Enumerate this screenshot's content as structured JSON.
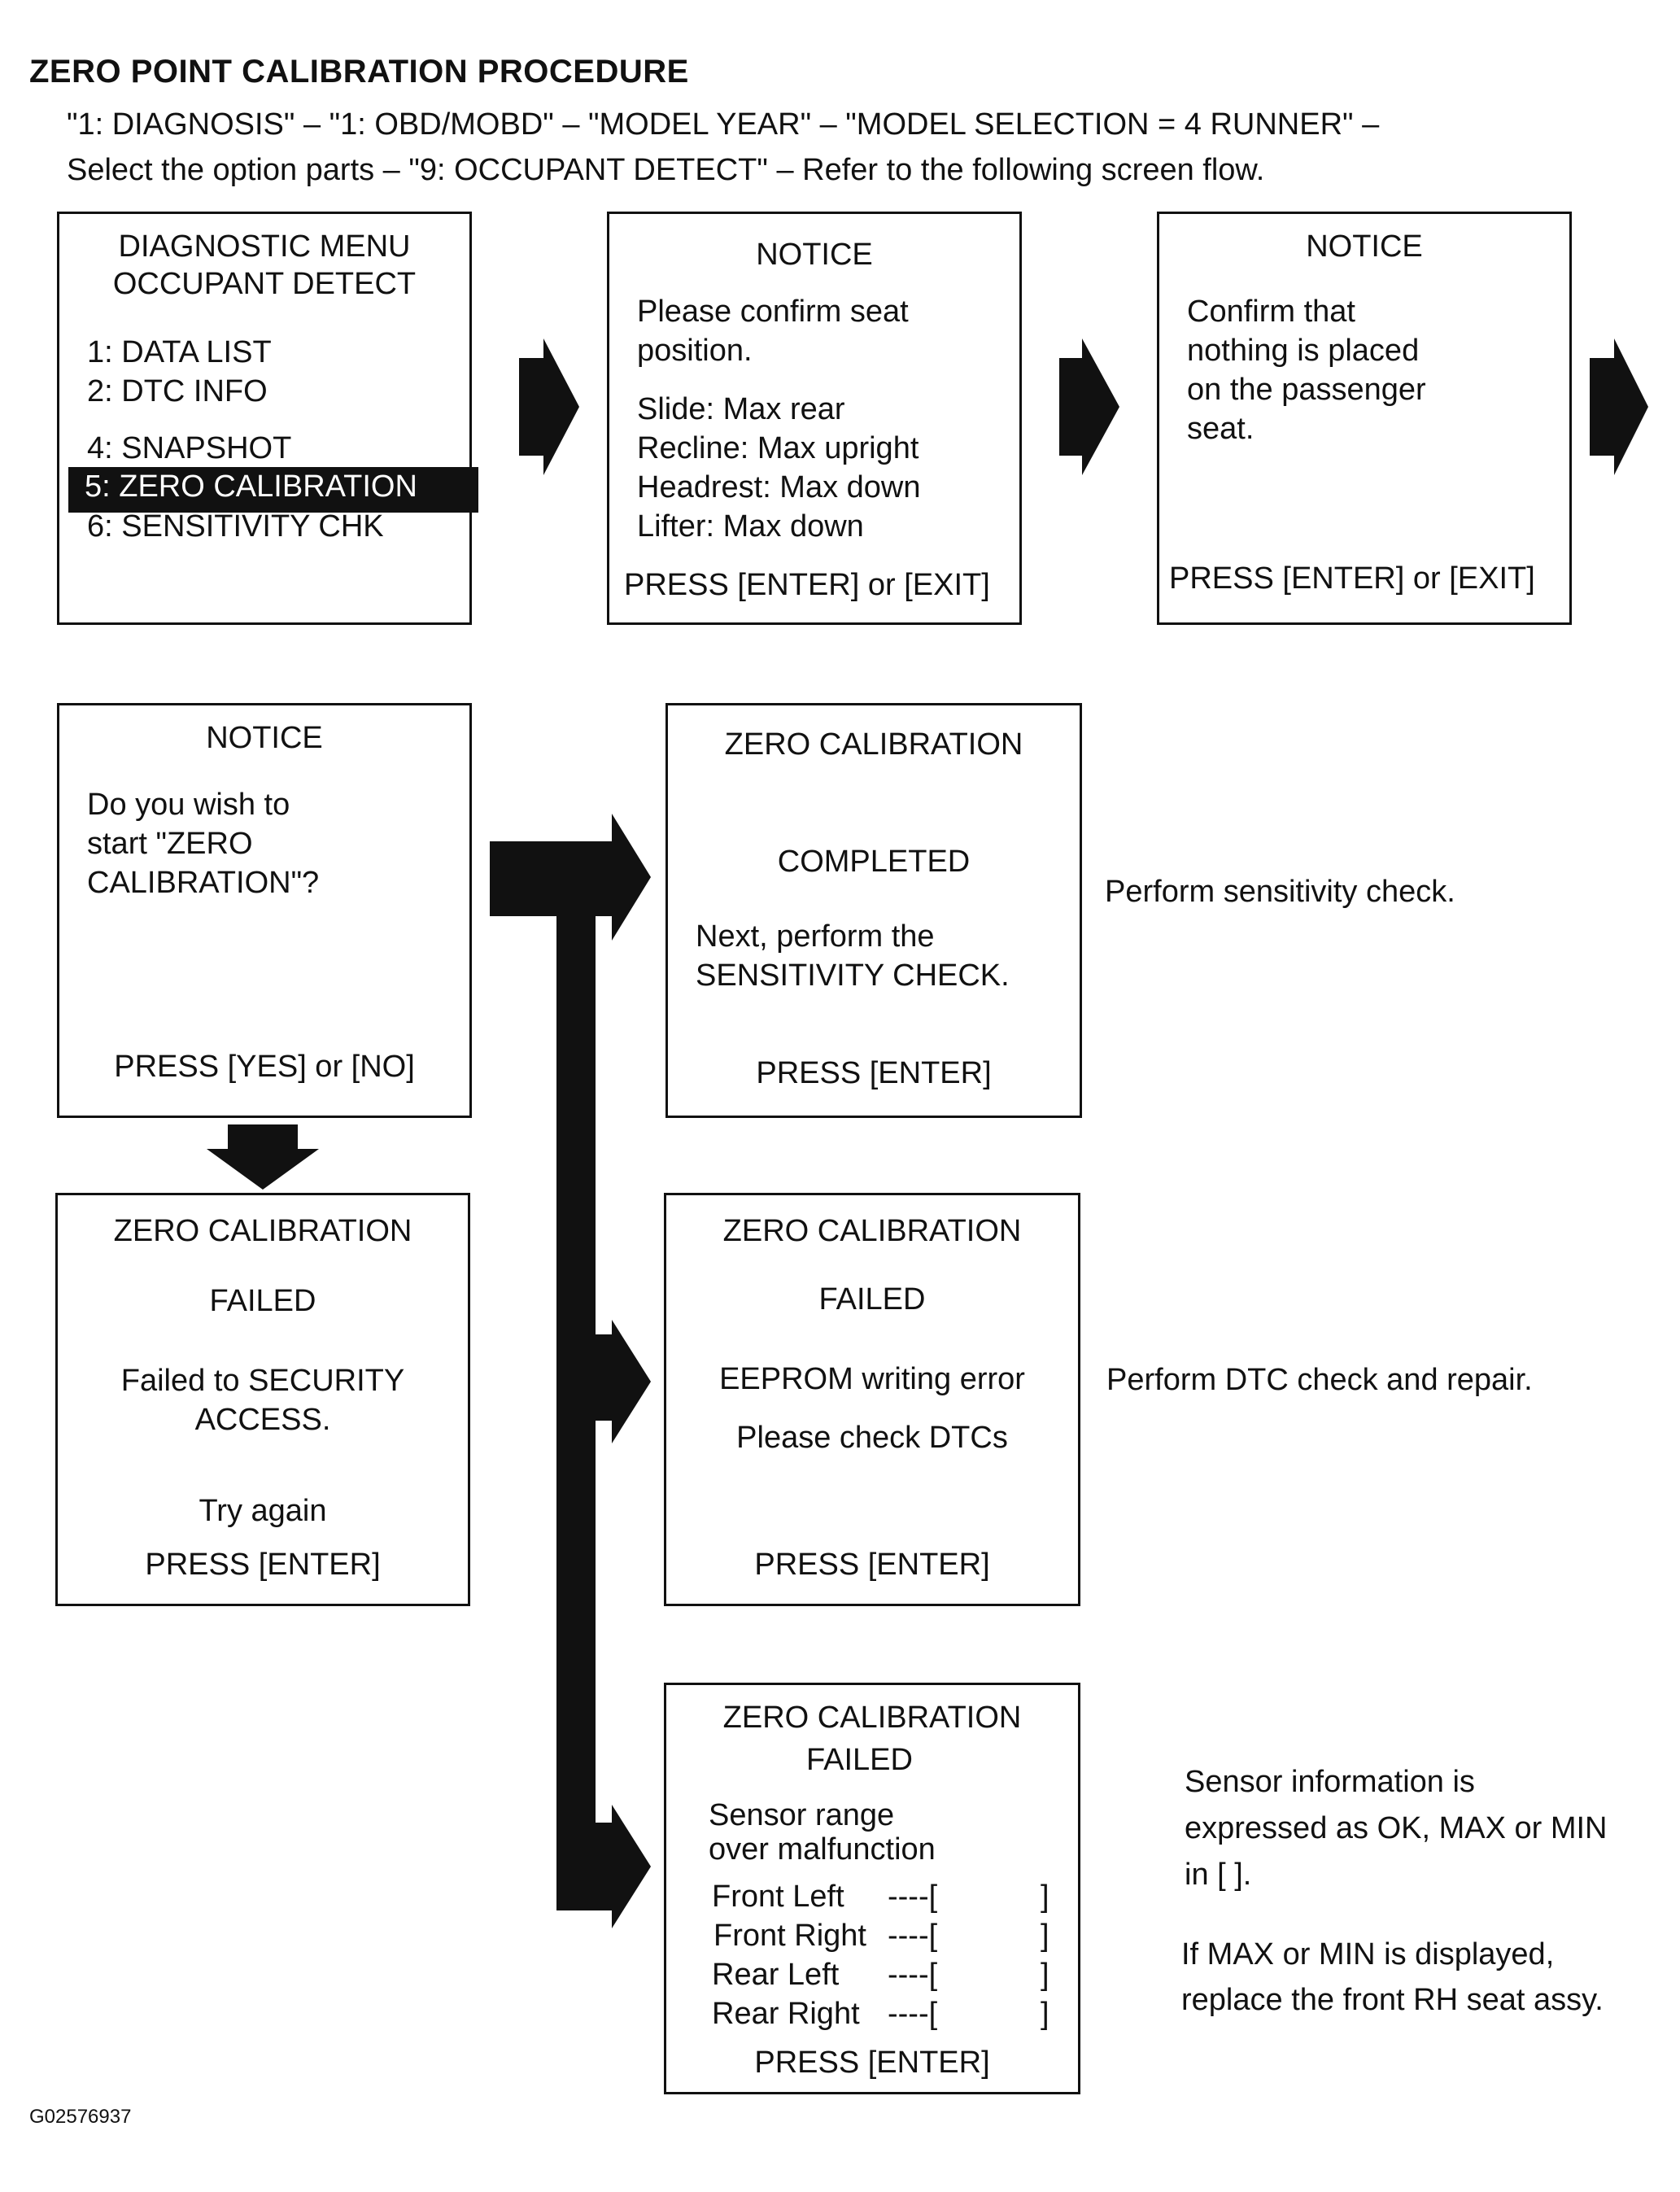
{
  "title": "ZERO POINT CALIBRATION PROCEDURE",
  "intro": {
    "line1": "\"1: DIAGNOSIS\" – \"1: OBD/MOBD\" – \"MODEL YEAR\" – \"MODEL SELECTION = 4 RUNNER\" –",
    "line2": "Select the option parts – \"9: OCCUPANT DETECT\" – Refer to the following screen flow."
  },
  "screen1": {
    "header1": "DIAGNOSTIC MENU",
    "header2": "OCCUPANT DETECT",
    "items": [
      "1: DATA LIST",
      "2: DTC INFO",
      "4: SNAPSHOT",
      "5: ZERO CALIBRATION",
      "6: SENSITIVITY CHK"
    ],
    "selected": "5: ZERO CALIBRATION"
  },
  "screen2": {
    "header": "NOTICE",
    "line1": "Please confirm seat",
    "line2": "position.",
    "settings": [
      "Slide: Max rear",
      "Recline: Max upright",
      "Headrest: Max down",
      "Lifter: Max down"
    ],
    "press": "PRESS [ENTER] or [EXIT]"
  },
  "screen3": {
    "header": "NOTICE",
    "lines": [
      "Confirm that",
      "nothing is placed",
      "on the passenger",
      "seat."
    ],
    "press": "PRESS [ENTER] or [EXIT]"
  },
  "screen4": {
    "header": "NOTICE",
    "lines": [
      "Do you wish to",
      "start  \"ZERO",
      "CALIBRATION\"?"
    ],
    "press": "PRESS [YES] or [NO]"
  },
  "screen5": {
    "header": "ZERO CALIBRATION",
    "status": "FAILED",
    "line1": "Failed to SECURITY",
    "line2": "ACCESS.",
    "retry": "Try again",
    "press": "PRESS [ENTER]"
  },
  "screen6": {
    "header": "ZERO CALIBRATION",
    "status": "COMPLETED",
    "line1": "Next, perform the",
    "line2": "SENSITIVITY CHECK.",
    "press": "PRESS [ENTER]"
  },
  "screen7": {
    "header": "ZERO CALIBRATION",
    "status": "FAILED",
    "line1": "EEPROM writing error",
    "line2": "Please check DTCs",
    "press": "PRESS [ENTER]"
  },
  "screen8": {
    "header": "ZERO CALIBRATION",
    "status": "FAILED",
    "line1": "Sensor range",
    "line2": "over malfunction",
    "sensors": [
      "Front Left",
      "Front Right",
      "Rear Left",
      "Rear Right"
    ],
    "dash": "----[",
    "bracket": "]",
    "press": "PRESS [ENTER]"
  },
  "notes": {
    "completed": "Perform sensitivity check.",
    "eeprom": "Perform DTC check and repair.",
    "sensor_lines": [
      "Sensor information is",
      "expressed as OK, MAX or MIN",
      "in [     ]."
    ],
    "replace_lines": [
      "If MAX or MIN is displayed,",
      "replace the front RH seat assy."
    ]
  },
  "figure_id": "G02576937"
}
